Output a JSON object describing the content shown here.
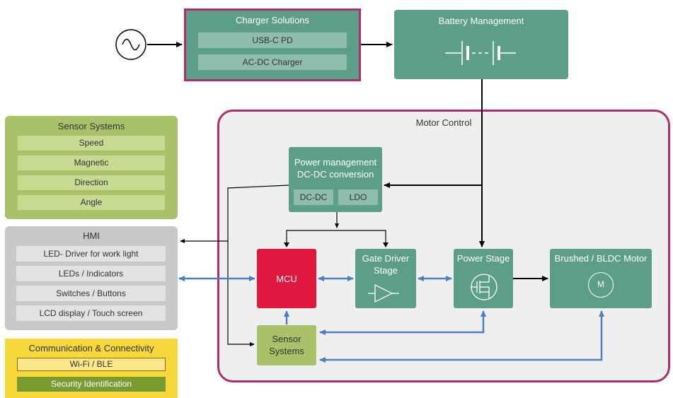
{
  "charger": {
    "title": "Charger Solutions",
    "items": [
      "USB-C PD",
      "AC-DC Charger"
    ]
  },
  "battery": {
    "title": "Battery Management"
  },
  "motor_control": {
    "title": "Motor Control"
  },
  "sensor_systems_panel": {
    "title": "Sensor Systems",
    "items": [
      "Speed",
      "Magnetic",
      "Direction",
      "Angle"
    ]
  },
  "hmi": {
    "title": "HMI",
    "items": [
      "LED- Driver for work light",
      "LEDs / Indicators",
      "Switches / Buttons",
      "LCD display / Touch screen"
    ]
  },
  "comm": {
    "title": "Communication & Connectivity",
    "items": [
      "Wi-Fi / BLE",
      "Security Identification"
    ]
  },
  "power_mgmt": {
    "title_line1": "Power management",
    "title_line2": "DC-DC conversion",
    "items": [
      "DC-DC",
      "LDO"
    ]
  },
  "mcu": {
    "label": "MCU"
  },
  "gate_driver": {
    "line1": "Gate Driver",
    "line2": "Stage"
  },
  "power_stage": {
    "label": "Power Stage"
  },
  "motor": {
    "label": "Brushed / BLDC Motor",
    "symbol": "M"
  },
  "sensor_small": {
    "line1": "Sensor",
    "line2": "Systems"
  },
  "colors": {
    "teal": "#5c9e88",
    "magenta": "#a8306f",
    "olive": "#a9c26a",
    "red": "#e2173d",
    "blue_link": "#4a7fc1",
    "yellow": "#f6d83a"
  }
}
